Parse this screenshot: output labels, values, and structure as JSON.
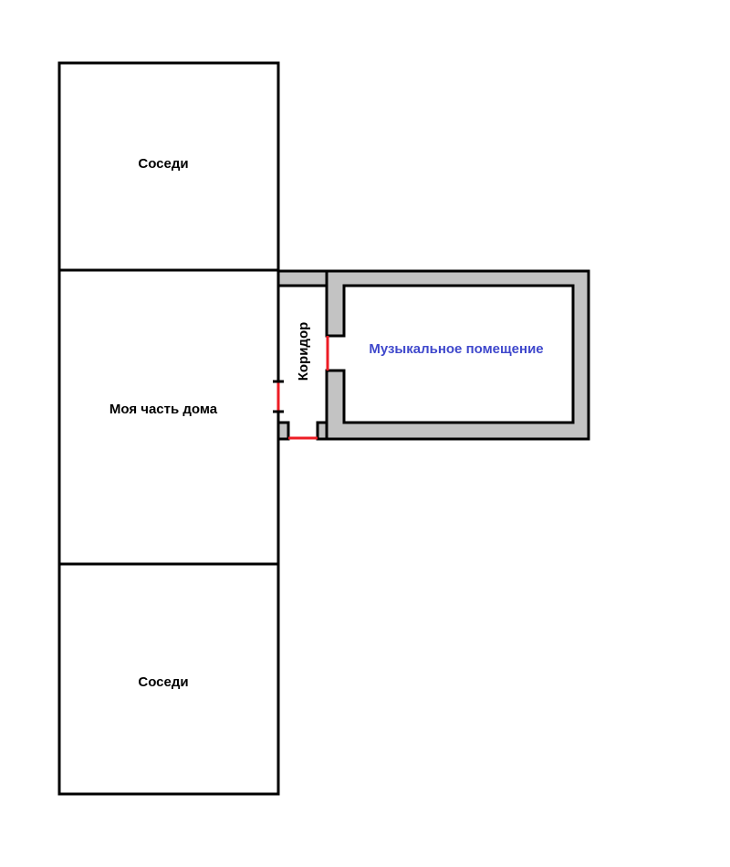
{
  "rooms": {
    "neighbors_top": "Соседи",
    "my_part": "Моя часть дома",
    "neighbors_bottom": "Соседи",
    "corridor": "Коридор",
    "music_room": "Музыкальное помещение"
  },
  "colors": {
    "wall_fill": "#c3c3c3",
    "door": "#ed1c24",
    "music_label": "#3f48cc",
    "line": "#000000"
  }
}
